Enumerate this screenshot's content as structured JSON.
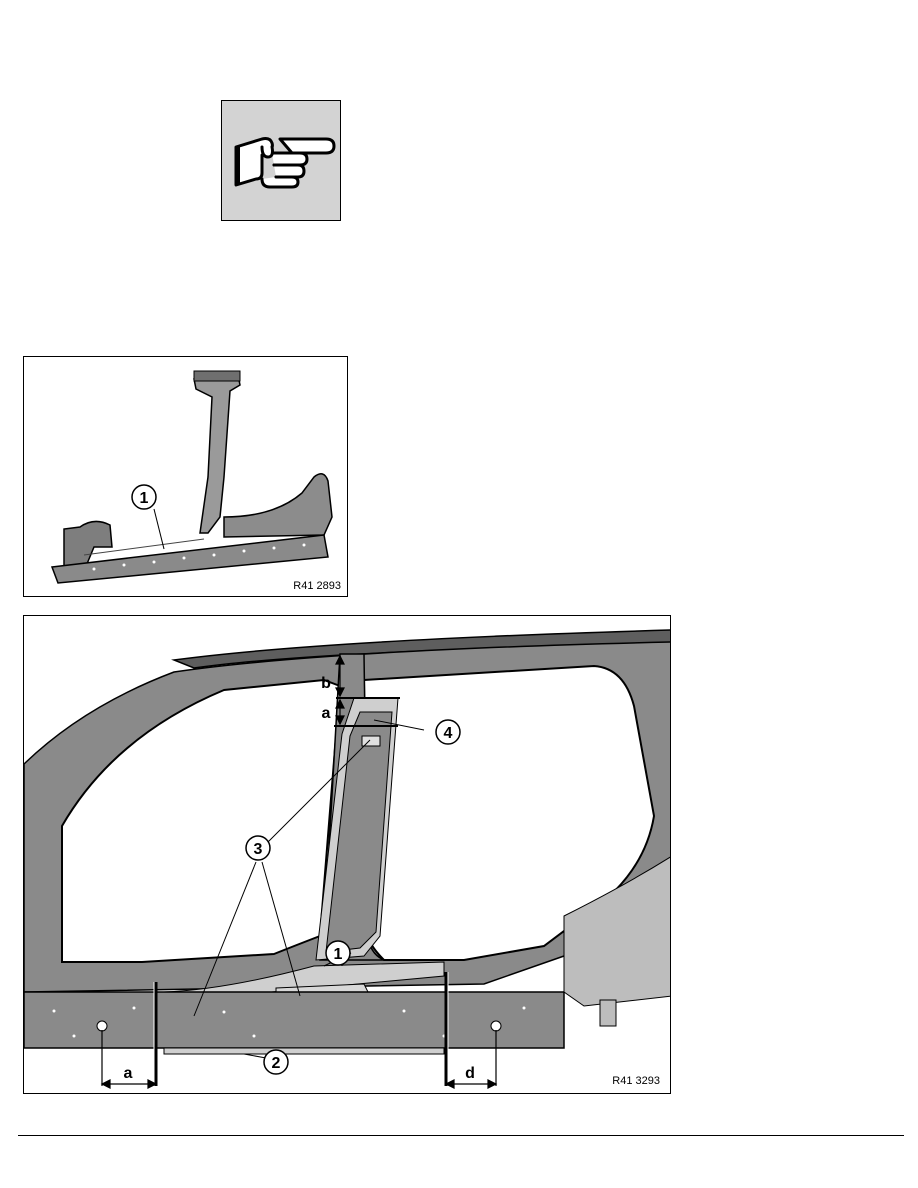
{
  "note": {
    "icon": "pointing-hand-icon"
  },
  "figure1": {
    "code": "R41 2893",
    "callouts": [
      "1"
    ]
  },
  "figure2": {
    "code": "R41 3293",
    "callouts": [
      "1",
      "2",
      "3",
      "4"
    ],
    "dimensions": [
      "a",
      "b",
      "a",
      "d"
    ]
  },
  "colors": {
    "note_bg": "#d3d3d3",
    "panel": "#8a8a8a",
    "panel_dark": "#5e5e5e",
    "highlight": "#cfcfcf"
  }
}
